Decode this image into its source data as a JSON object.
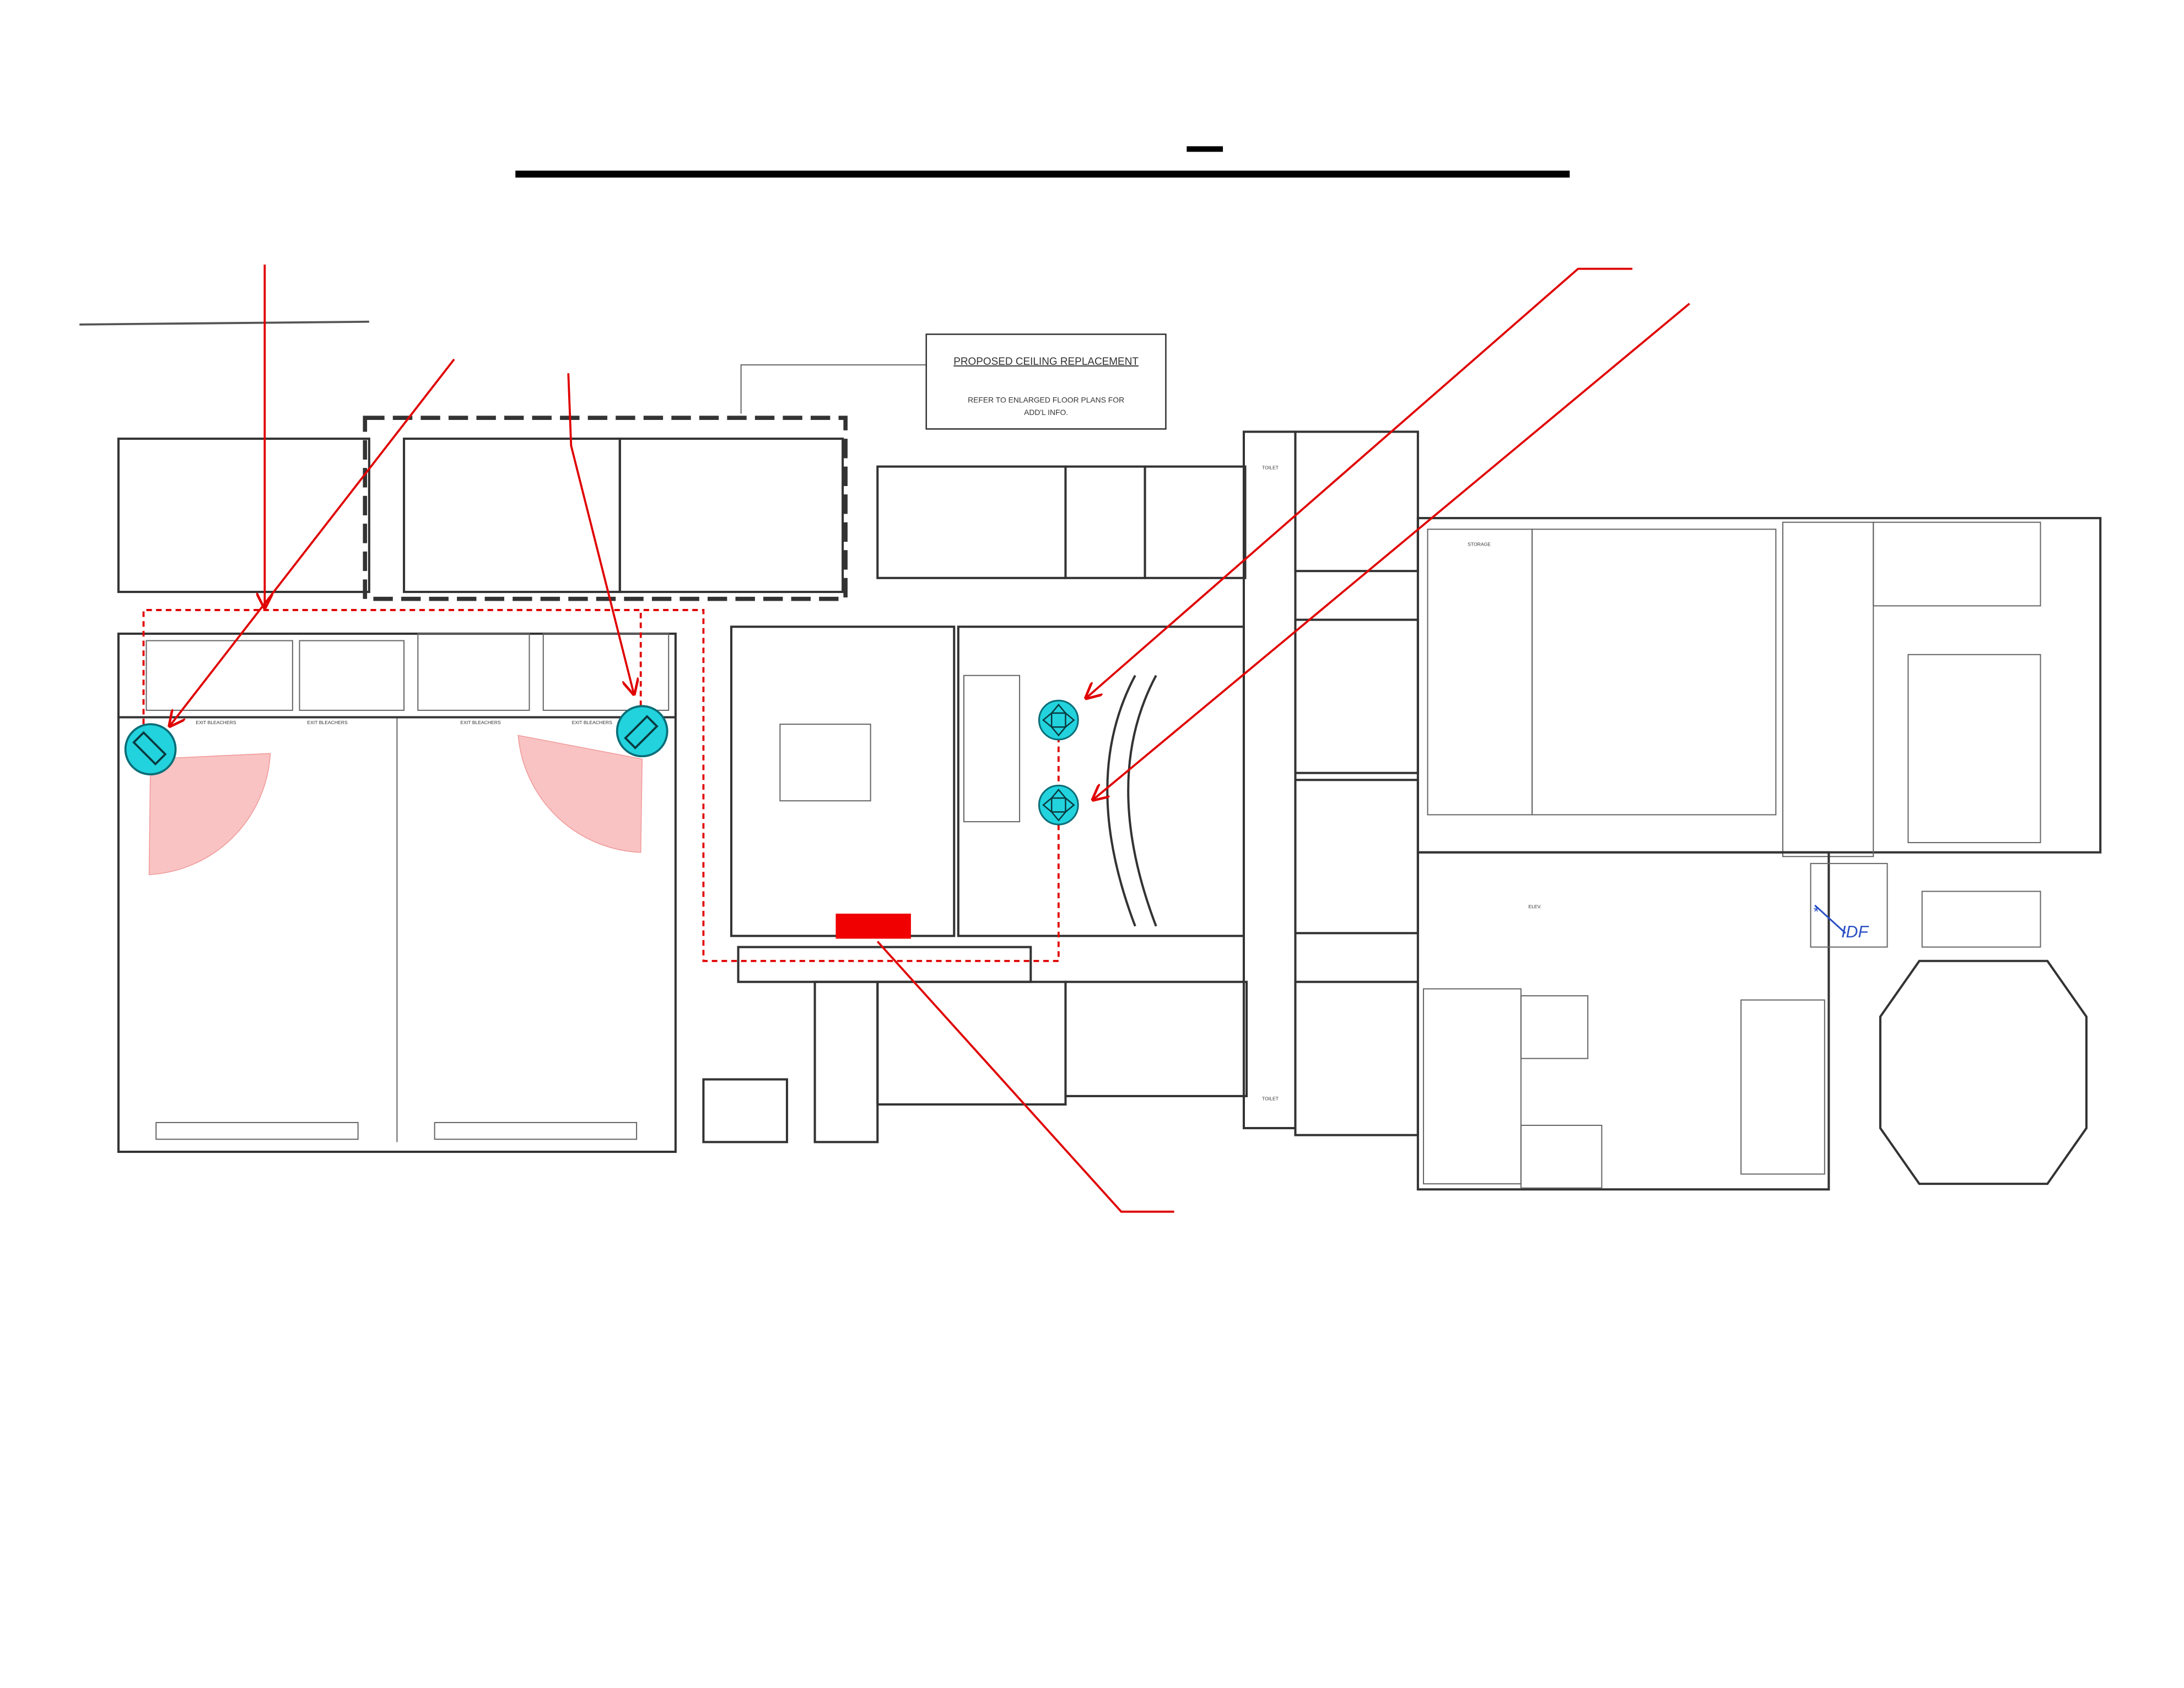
{
  "callout": {
    "title": "PROPOSED CEILING REPLACEMENT",
    "note_line1": "REFER TO ENLARGED FLOOR PLANS FOR",
    "note_line2": "ADD'L INFO."
  },
  "idf_label": "IDF",
  "room_labels": {
    "exit_bleachers": "EXIT BLEACHERS",
    "toilet": "TOILET",
    "storage": "STORAGE",
    "elev": "ELEV."
  },
  "colors": {
    "annotation": "#e00000",
    "device": "#22d3dd",
    "coverage": "#f9b9b9",
    "idf": "#2a4fc4"
  }
}
